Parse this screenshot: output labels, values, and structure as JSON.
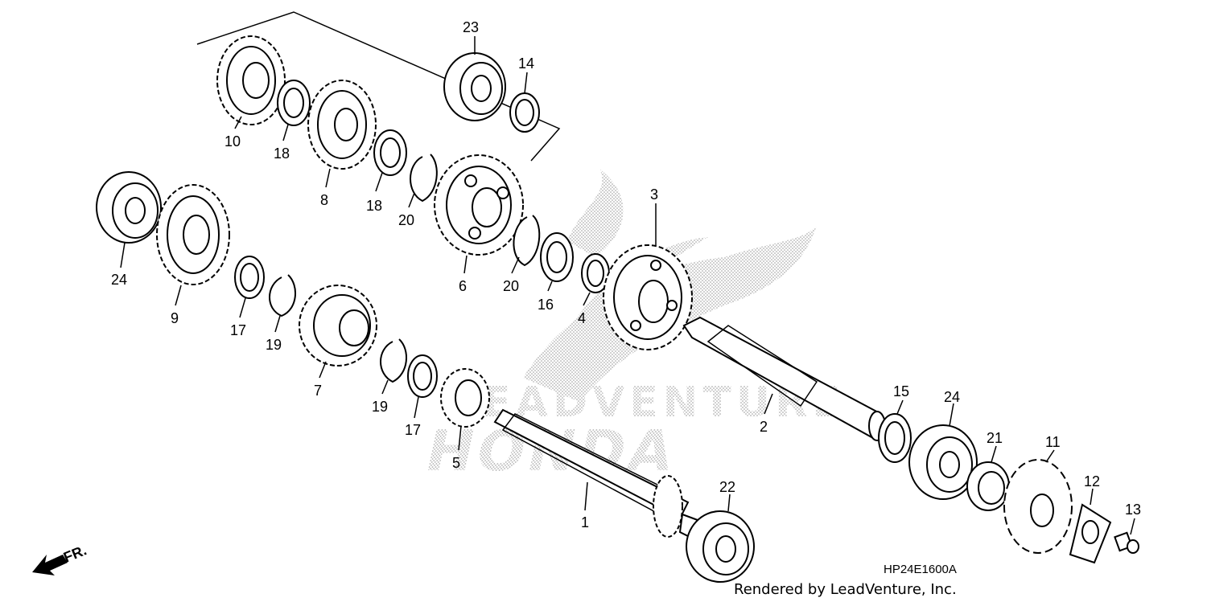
{
  "diagram": {
    "callouts": [
      {
        "id": "c10",
        "text": "10"
      },
      {
        "id": "c18a",
        "text": "18"
      },
      {
        "id": "c8",
        "text": "8"
      },
      {
        "id": "c18b",
        "text": "18"
      },
      {
        "id": "c20a",
        "text": "20"
      },
      {
        "id": "c23",
        "text": "23"
      },
      {
        "id": "c14",
        "text": "14"
      },
      {
        "id": "c6",
        "text": "6"
      },
      {
        "id": "c20b",
        "text": "20"
      },
      {
        "id": "c16",
        "text": "16"
      },
      {
        "id": "c4",
        "text": "4"
      },
      {
        "id": "c3",
        "text": "3"
      },
      {
        "id": "c24a",
        "text": "24"
      },
      {
        "id": "c9",
        "text": "9"
      },
      {
        "id": "c17a",
        "text": "17"
      },
      {
        "id": "c19a",
        "text": "19"
      },
      {
        "id": "c7",
        "text": "7"
      },
      {
        "id": "c19b",
        "text": "19"
      },
      {
        "id": "c17b",
        "text": "17"
      },
      {
        "id": "c5",
        "text": "5"
      },
      {
        "id": "c1",
        "text": "1"
      },
      {
        "id": "c22",
        "text": "22"
      },
      {
        "id": "c2",
        "text": "2"
      },
      {
        "id": "c15",
        "text": "15"
      },
      {
        "id": "c24b",
        "text": "24"
      },
      {
        "id": "c21",
        "text": "21"
      },
      {
        "id": "c11",
        "text": "11"
      },
      {
        "id": "c12",
        "text": "12"
      },
      {
        "id": "c13",
        "text": "13"
      }
    ],
    "front_indicator": "FR.",
    "diagram_code": "HP24E1600A",
    "credit": "Rendered by LeadVenture, Inc.",
    "watermark_top": "LEADVENTURE",
    "watermark_brand": "HONDA"
  }
}
